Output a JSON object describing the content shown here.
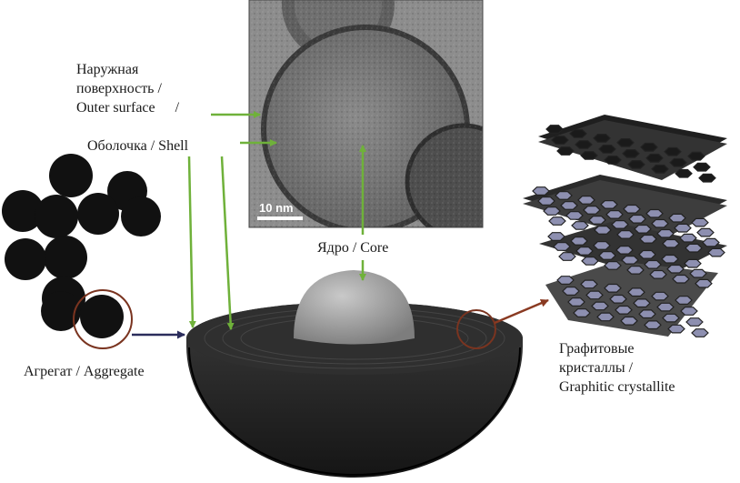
{
  "labels": {
    "outer_surface": [
      "Наружная",
      "поверхность /",
      "Outer surface"
    ],
    "outer_surface_slash": "/",
    "shell": "Оболочка / Shell",
    "core": "Ядро / Core",
    "aggregate": "Агрегат / Aggregate",
    "graphitic": [
      "Графитовые",
      "кристаллы /",
      "Graphitic crystallite"
    ]
  },
  "tem": {
    "scale_bar_label": "10 nm"
  },
  "colors": {
    "arrow_green": "#6fb13a",
    "arrow_navy": "#2b2d5c",
    "arrow_brown": "#8a3a22",
    "particle": "#111111",
    "core_gray": "#9a9a9a",
    "shell_dark": "#2a2a2a",
    "sheet_dark": "#3d3d3d",
    "hex_fill": "#8d8fb0"
  }
}
